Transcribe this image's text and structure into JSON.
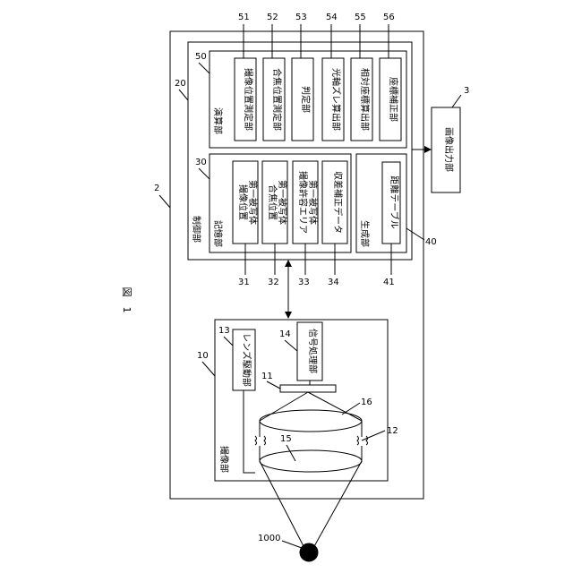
{
  "figure": {
    "title": "図　1"
  },
  "device": {
    "number": "2"
  },
  "control_unit": {
    "label": "制御部",
    "number": "20",
    "arithmetic_unit": {
      "label": "演算部",
      "number": "50",
      "modules": [
        {
          "number": "51",
          "text": "撮像位置測定部"
        },
        {
          "number": "52",
          "text": "合焦位置測定部"
        },
        {
          "number": "53",
          "text": "判定部"
        },
        {
          "number": "54",
          "text": "光軸ズレ算出部"
        },
        {
          "number": "55",
          "text": "相対座標算出部"
        },
        {
          "number": "56",
          "text": "座標補正部"
        }
      ]
    },
    "storage_unit": {
      "label": "記憶部",
      "number": "30",
      "items": [
        {
          "number": "31",
          "lines": [
            "第一被写体",
            "撮像位置"
          ]
        },
        {
          "number": "32",
          "lines": [
            "第一被写体",
            "合焦位置"
          ]
        },
        {
          "number": "33",
          "lines": [
            "第一被写体",
            "撮像許容エリア"
          ]
        },
        {
          "number": "34",
          "lines": [
            "収差補正データ"
          ]
        }
      ]
    },
    "generation_unit": {
      "label": "生成部",
      "number": "40",
      "table": {
        "number": "41",
        "text": "距離テーブル"
      }
    }
  },
  "image_output": {
    "label": "画像出力部",
    "number": "3"
  },
  "imaging_unit": {
    "label": "撮像部",
    "number": "10",
    "lens_drive": {
      "label": "レンズ駆動部",
      "number": "13"
    },
    "signal_processing": {
      "label": "信号処理部",
      "number": "14"
    },
    "sensor": {
      "number": "11"
    },
    "lens_group": {
      "number": "12"
    },
    "lens_rear": {
      "number": "16"
    },
    "lens_front": {
      "number": "15"
    }
  },
  "subject": {
    "number": "1000"
  }
}
